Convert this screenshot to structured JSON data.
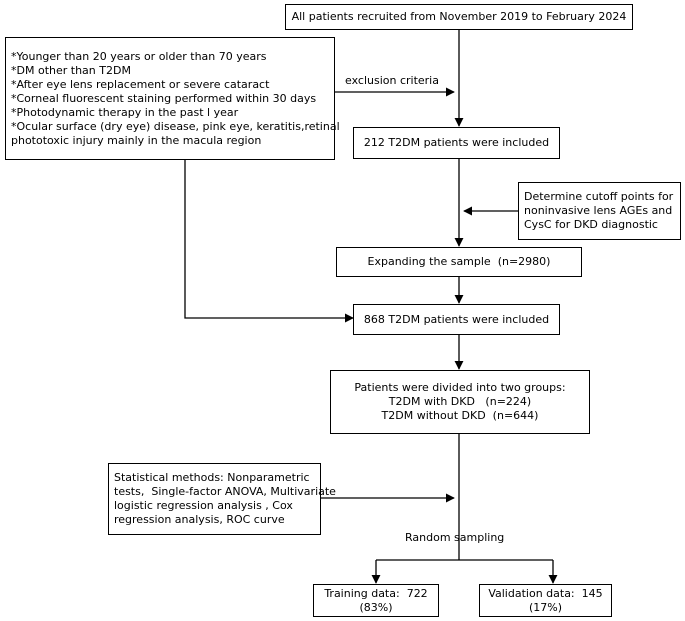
{
  "diagram": {
    "title": "Patient recruitment and analysis flowchart",
    "boxes": [
      {
        "id": "recruited",
        "lines": [
          "All patients recruited from November 2019 to February 2024"
        ],
        "align": "center"
      },
      {
        "id": "exclusions",
        "lines": [
          "*Younger than 20 years or older than 70 years",
          "*DM other than T2DM",
          "*After eye lens replacement or severe cataract",
          "*Corneal fluorescent staining performed within 30 days",
          "*Photodynamic therapy in the past l year",
          "*Ocular surface (dry eye) disease, pink eye, keratitis,retinal",
          "phototoxic injury mainly in the macula region"
        ],
        "align": "left"
      },
      {
        "id": "included-212",
        "lines": [
          "212 T2DM patients were included"
        ],
        "align": "center"
      },
      {
        "id": "cutoff",
        "lines": [
          "Determine cutoff points for",
          "noninvasive lens AGEs and",
          "CysC for DKD diagnostic"
        ],
        "align": "left"
      },
      {
        "id": "expanding",
        "lines": [
          "Expanding the sample  (n=2980)"
        ],
        "align": "center"
      },
      {
        "id": "included-868",
        "lines": [
          "868 T2DM patients were included"
        ],
        "align": "center"
      },
      {
        "id": "groups",
        "lines": [
          "Patients were divided into two groups:",
          "T2DM with DKD   (n=224)",
          "T2DM without DKD  (n=644)"
        ],
        "align": "center"
      },
      {
        "id": "statistics",
        "lines": [
          "Statistical methods: Nonparametric",
          "tests,  Single-factor ANOVA, Multivariate",
          "logistic regression analysis , Cox",
          "regression analysis, ROC curve"
        ],
        "align": "left"
      },
      {
        "id": "training",
        "lines": [
          "Training data:  722",
          "(83%)"
        ],
        "align": "center"
      },
      {
        "id": "validation",
        "lines": [
          "Validation data:  145",
          "(17%)"
        ],
        "align": "center"
      }
    ],
    "edge_labels": [
      {
        "id": "exclusion-criteria",
        "text": "exclusion criteria"
      },
      {
        "id": "random-sampling",
        "text": "Random sampling"
      }
    ]
  }
}
